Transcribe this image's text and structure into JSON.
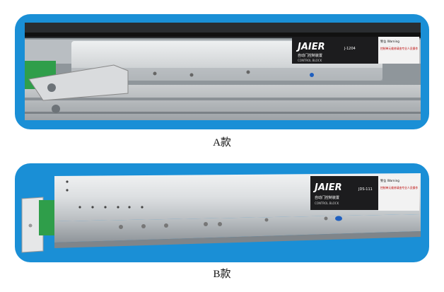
{
  "products": [
    {
      "caption": "A款",
      "brand": "JAIER",
      "model": "J-1204",
      "name_cn": "自动门控制装置",
      "name_en": "CONTROL BLOCK",
      "warning_title": "警告 Warning",
      "warning_cn": "控制单元维修请由专业人员操作"
    },
    {
      "caption": "B款",
      "brand": "JAIER",
      "model": "JDS-111",
      "name_cn": "自动门控制装置",
      "name_en": "CONTROL BLOCK",
      "warning_title": "警告 Warning",
      "warning_cn": "控制单元维修请由专业人员操作"
    }
  ],
  "colors": {
    "panel": "#1a8fd6",
    "housing": "#d7d9db",
    "label": "#1c1c1e"
  }
}
